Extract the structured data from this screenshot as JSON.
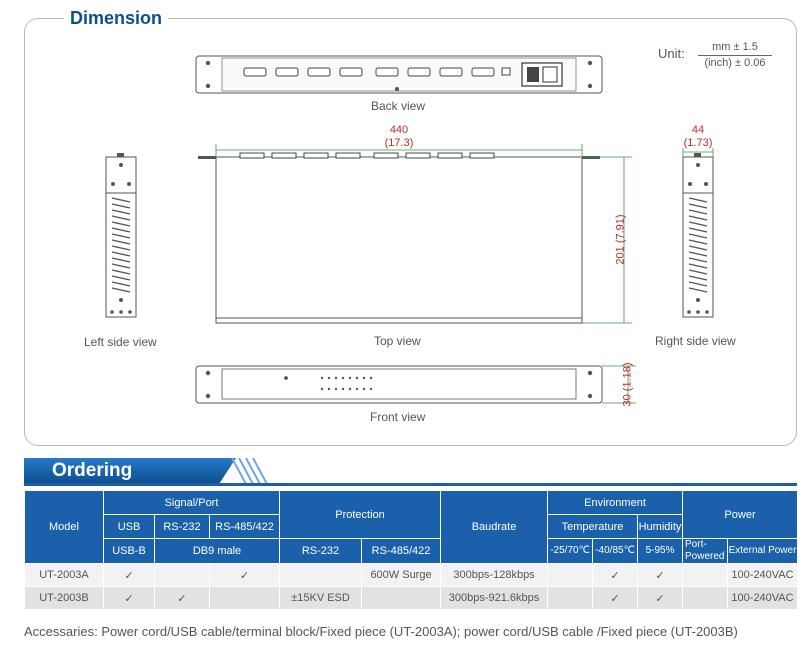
{
  "dimension": {
    "title": "Dimension",
    "unit_label": "Unit:",
    "unit_top": "mm ± 1.5",
    "unit_bottom": "(inch) ± 0.06",
    "views": {
      "back": "Back view",
      "left": "Left side view",
      "top": "Top view",
      "right": "Right side view",
      "front": "Front view"
    },
    "dims": {
      "width_mm": "440",
      "width_in": "(17.3)",
      "depth_mm": "201",
      "depth_in": "(7.91)",
      "side_mm": "44",
      "side_in": "(1.73)",
      "height_mm": "30",
      "height_in": "(1.18)"
    }
  },
  "ordering": {
    "title": "Ordering",
    "headers": {
      "model": "Model",
      "signal_port": "Signal/Port",
      "usb": "USB",
      "rs232": "RS-232",
      "rs485_422": "RS-485/422",
      "usb_b": "USB-B",
      "db9": "DB9 male",
      "protection": "Protection",
      "prot_rs232": "RS-232",
      "prot_rs485": "RS-485/422",
      "baudrate": "Baudrate",
      "environment": "Environment",
      "temperature": "Temperature",
      "humidity": "Humidity",
      "temp_a": "-25/70℃",
      "temp_b": "-40/85℃",
      "hum_range": "5-95%",
      "power": "Power",
      "port_powered": "Port-Powered",
      "external_power": "External Power"
    },
    "rows": [
      {
        "model": "UT-2003A",
        "usb": "✓",
        "rs232": "",
        "rs485": "✓",
        "prot232": "",
        "prot485": "600W Surge",
        "baud": "300bps-128kbps",
        "t1": "",
        "t2": "✓",
        "hum": "✓",
        "portpow": "",
        "extpow": "100-240VAC"
      },
      {
        "model": "UT-2003B",
        "usb": "✓",
        "rs232": "✓",
        "rs485": "",
        "prot232": "±15KV ESD",
        "prot485": "",
        "baud": "300bps-921.6kbps",
        "t1": "",
        "t2": "✓",
        "hum": "✓",
        "portpow": "",
        "extpow": "100-240VAC"
      }
    ]
  },
  "accessories": {
    "label": "Accessaries:",
    "text": " Power cord/USB cable/terminal block/Fixed piece (UT-2003A); power cord/USB cable /Fixed piece (UT-2003B)"
  },
  "colors": {
    "accent": "#0c4f8e",
    "table_header": "#1a60ab",
    "dimension_red": "#c0282c",
    "dimension_green": "#2e9a46"
  }
}
